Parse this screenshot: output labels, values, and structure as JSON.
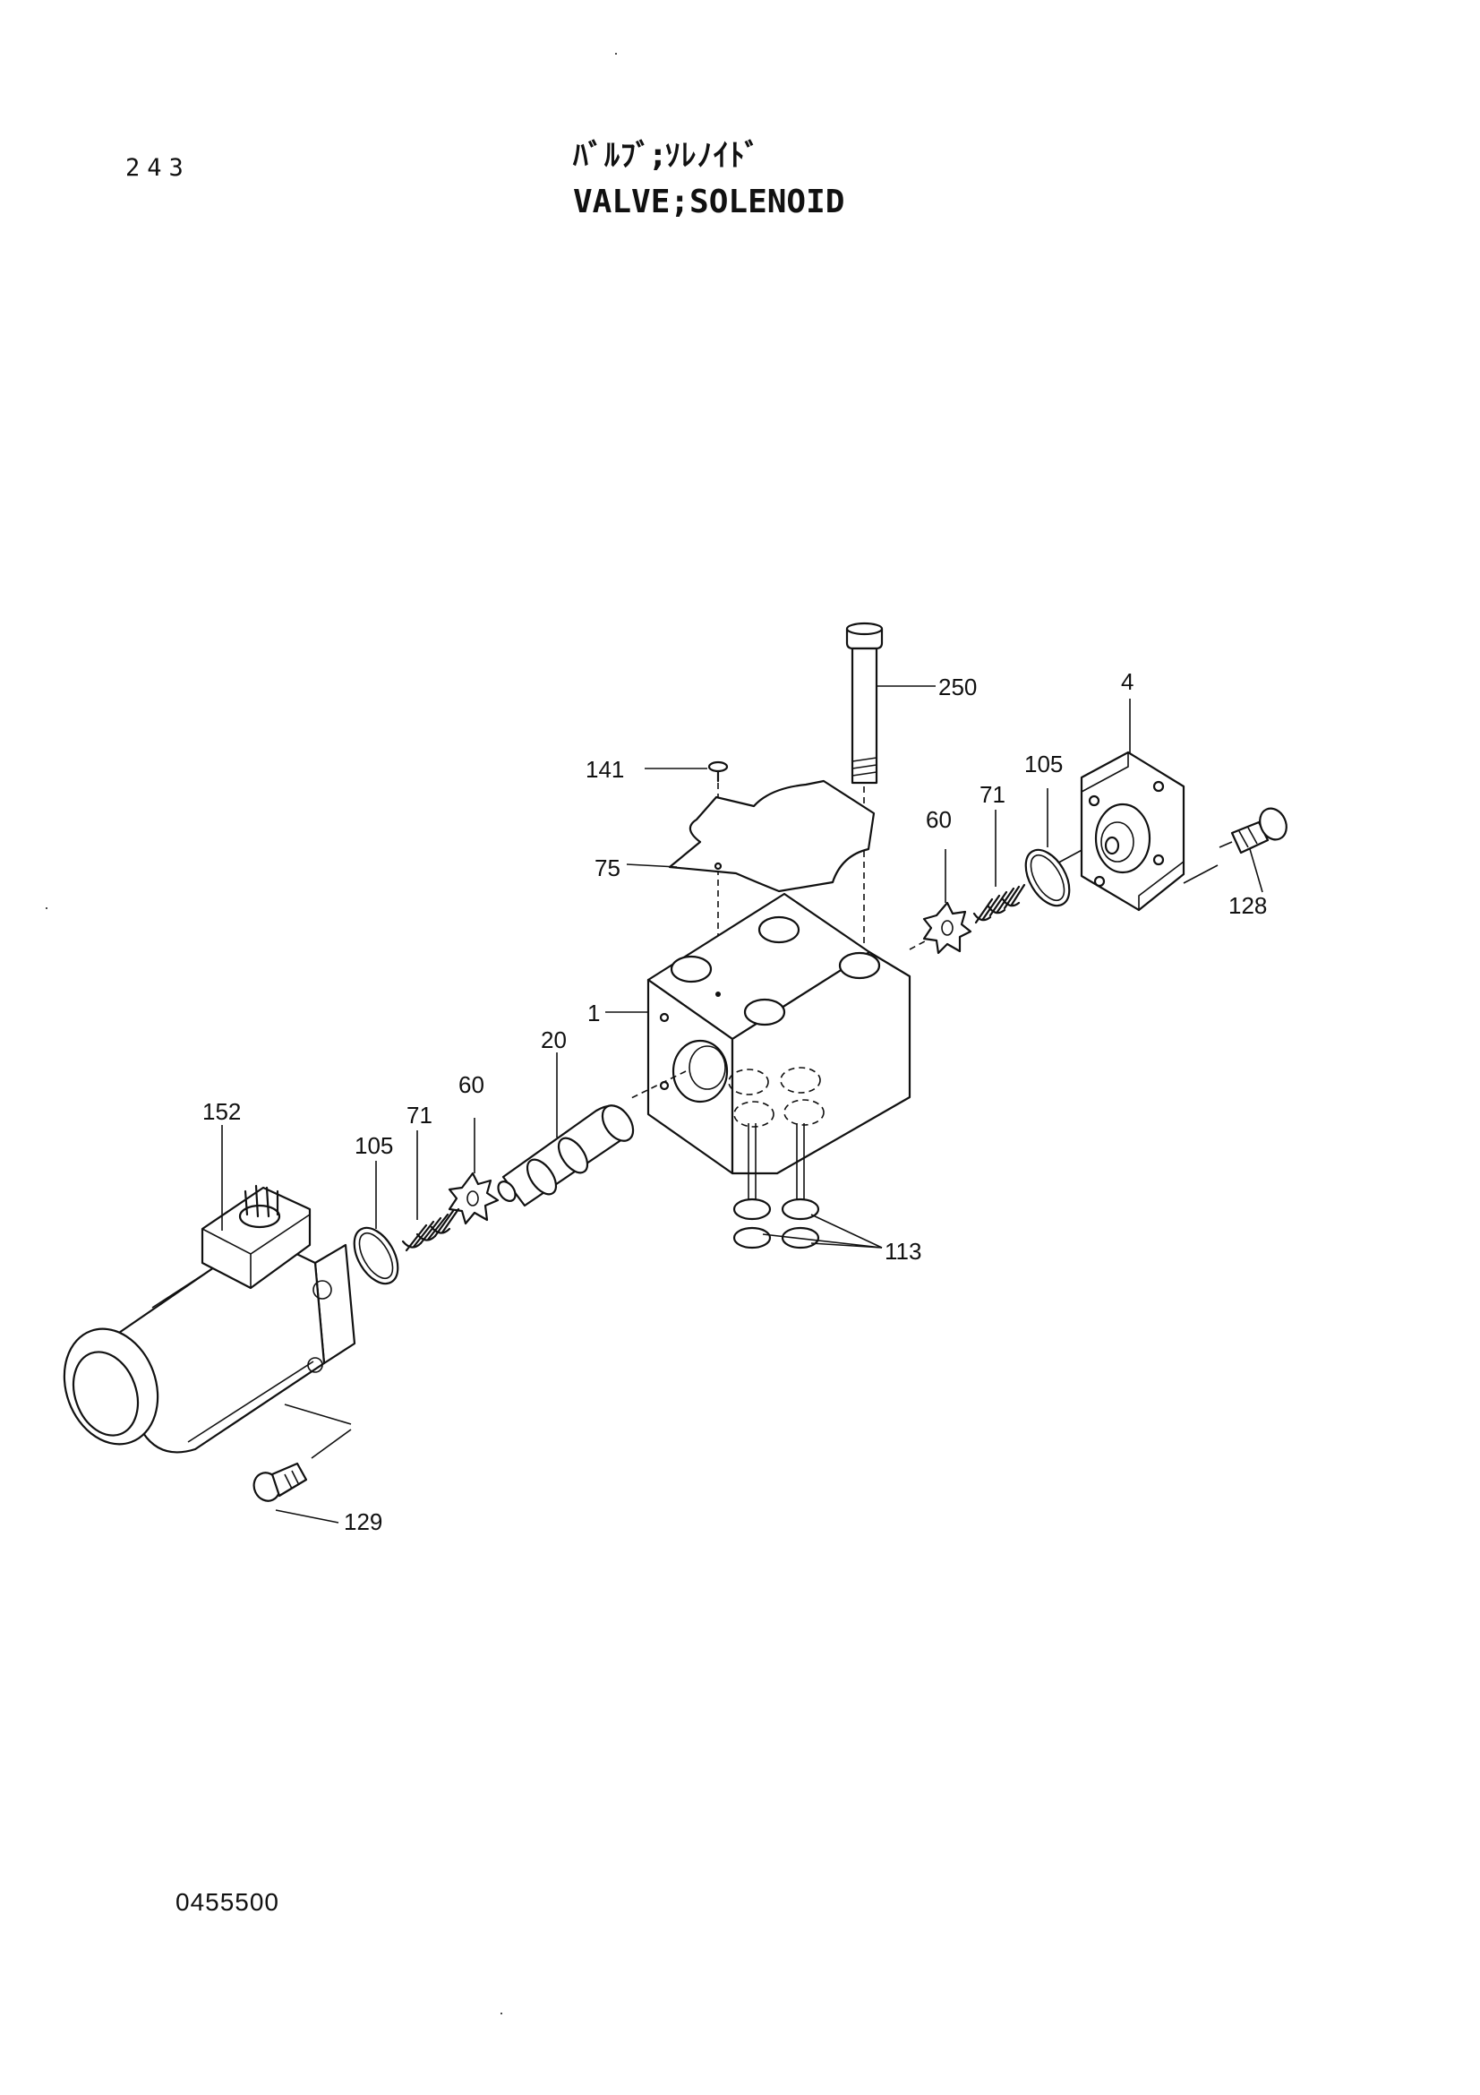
{
  "header": {
    "page_number": "243",
    "title_jp": "ﾊﾞﾙﾌﾞ;ｿﾚﾉｲﾄﾞ",
    "title_en": "VALVE;SOLENOID"
  },
  "footer": {
    "drawing_number": "0455500"
  },
  "callouts": {
    "c250": "250",
    "c4": "4",
    "c141": "141",
    "c105_right": "105",
    "c71_right": "71",
    "c60_right": "60",
    "c128": "128",
    "c75": "75",
    "c1": "1",
    "c20": "20",
    "c60_left": "60",
    "c152": "152",
    "c71_left": "71",
    "c105_left": "105",
    "c113": "113",
    "c129": "129"
  }
}
